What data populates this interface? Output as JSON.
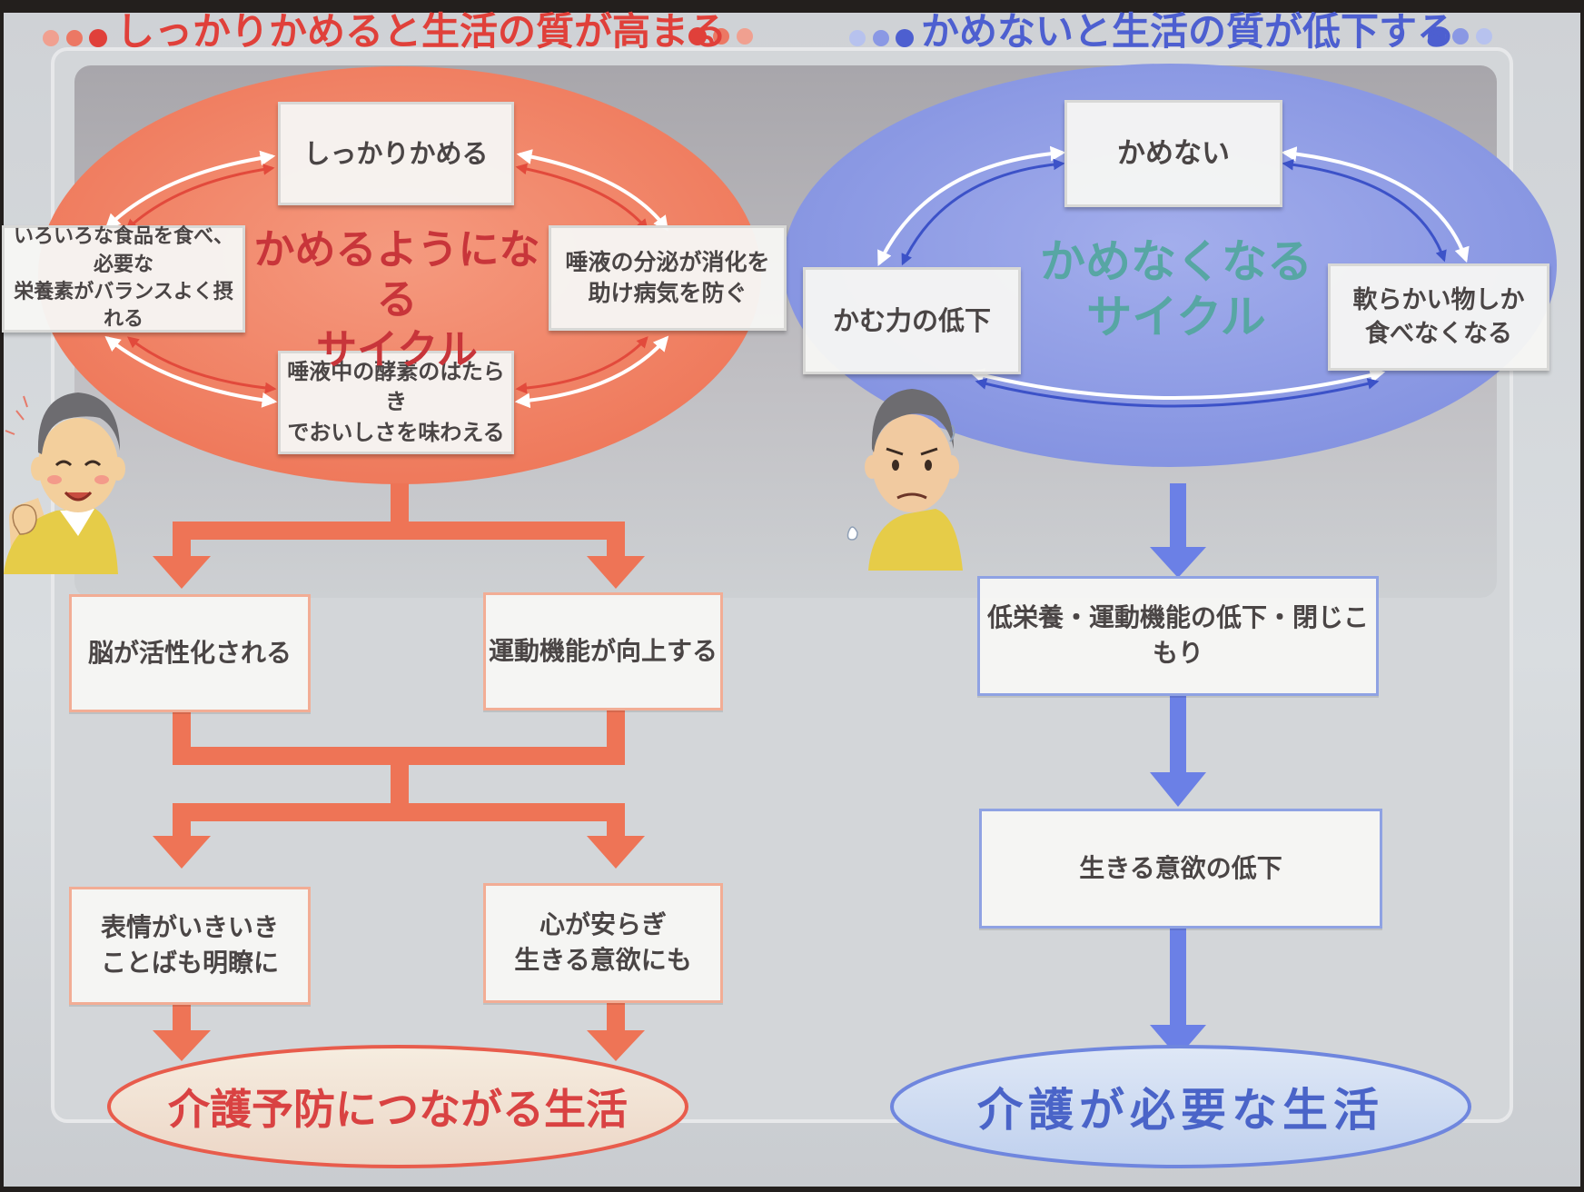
{
  "colors": {
    "warm_accent": "#e05a44",
    "warm_fill": "#f07e62",
    "cool_accent": "#5468d6",
    "cool_fill": "#8c9ae6",
    "box_text": "#4a4545",
    "outcome_warm_text": "#d94242",
    "outcome_cool_text": "#4a64c8",
    "cycle_warm_text": "#c8353a",
    "cycle_cool_text": "#57a6a4"
  },
  "left": {
    "heading": "しっかりかめると生活の質が高まる",
    "cycle_label": "かめるようになる\nサイクル",
    "cycle_nodes": {
      "top": "しっかりかめる",
      "left": "いろいろな食品を食べ、必要な\n栄養素がバランスよく摂れる",
      "right": "唾液の分泌が消化を\n助け病気を防ぐ",
      "bottom": "唾液中の酵素のはたらき\nでおいしさを味わえる"
    },
    "effects_row1": [
      "脳が活性化される",
      "運動機能が向上する"
    ],
    "effects_row2": [
      "表情がいきいき\nことばも明瞭に",
      "心が安らぎ\n生きる意欲にも"
    ],
    "outcome": "介護予防につながる生活"
  },
  "right": {
    "heading": "かめないと生活の質が低下する",
    "cycle_label": "かめなくなる\nサイクル",
    "cycle_nodes": {
      "top": "かめない",
      "left": "かむ力の低下",
      "right": "軟らかい物しか\n食べなくなる"
    },
    "steps": [
      "低栄養・運動機能の低下・閉じこもり",
      "生きる意欲の低下"
    ],
    "outcome": "介護が必要な生活"
  },
  "icons": {
    "happy_person": "smiling-elderly-man-icon",
    "sad_person": "worried-elderly-man-icon",
    "heading_dots": "dot-ornament-icon"
  }
}
